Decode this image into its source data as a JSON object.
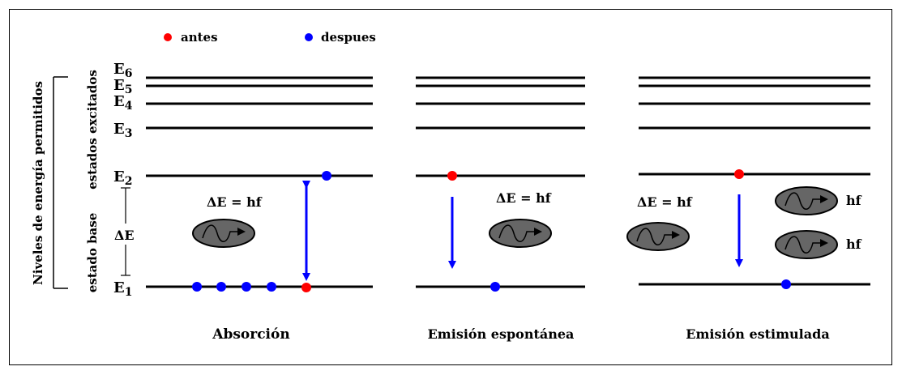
{
  "legend": {
    "before": {
      "label": "antes",
      "color": "#ff0000"
    },
    "after": {
      "label": "despues",
      "color": "#0000ff"
    }
  },
  "axis": {
    "title": "Niveles de energía permitidos",
    "excited_label": "estados excitados",
    "base_label": "estado base",
    "delta_label": "ΔE"
  },
  "levels": {
    "E1": {
      "letter": "E",
      "index": "1"
    },
    "E2": {
      "letter": "E",
      "index": "2"
    },
    "E3": {
      "letter": "E",
      "index": "3"
    },
    "E4": {
      "letter": "E",
      "index": "4"
    },
    "E5": {
      "letter": "E",
      "index": "5"
    },
    "E6": {
      "letter": "E",
      "index": "6"
    }
  },
  "panels": {
    "absorption": {
      "title": "Absorción",
      "equation": "ΔE = hf"
    },
    "spontaneous": {
      "title": "Emisión espontánea",
      "equation": "ΔE = hf"
    },
    "stimulated": {
      "title": "Emisión estimulada",
      "equation": "ΔE = hf",
      "photon_out_label": "hf"
    }
  },
  "colors": {
    "photon_fill": "#666666",
    "arrow": "#0000ff",
    "line": "#000000"
  }
}
